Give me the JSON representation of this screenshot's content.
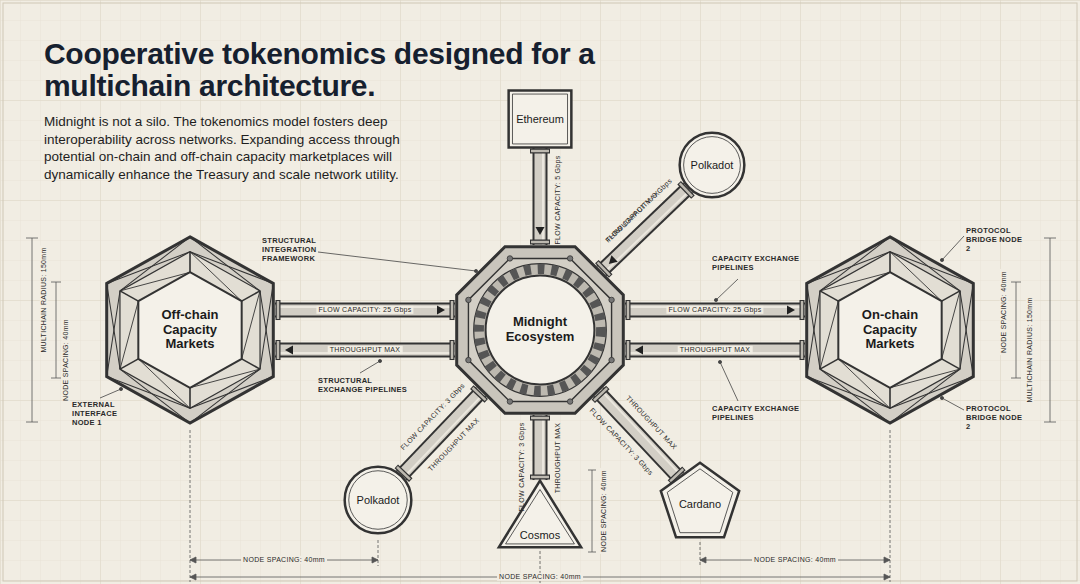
{
  "diagram": {
    "title": "Cooperative tokenomics designed for a multichain architecture.",
    "caption": "Midnight is not a silo. The tokenomics model fosters deep interoperability across networks. Expanding access through potential on-chain and off-chain capacity marketplaces will dynamically enhance the Treasury and scale network utility.",
    "nodes": [
      {
        "text": [
          "Ethereum"
        ]
      },
      {
        "text": [
          "Polkadot"
        ]
      },
      {
        "text": [
          "Off-chain Capacity Markets"
        ]
      },
      {
        "text": [
          "Midnight Ecosystem"
        ]
      },
      {
        "text": [
          "On-chain Capacity Markets"
        ]
      },
      {
        "text": [
          "Polkadot"
        ]
      },
      {
        "text": [
          "Cosmos"
        ]
      },
      {
        "text": [
          "Cardano"
        ]
      }
    ],
    "edges": [
      {
        "from": 0,
        "to": 3,
        "arrow": "to",
        "label": "FLOW CAPACITY: 5 Gbps"
      },
      {
        "from": 1,
        "to": 3,
        "arrow": "to",
        "label": "FLOW CAPACITY: 9 Gbps"
      },
      {
        "from": 2,
        "to": 3,
        "arrow": "to",
        "label": "FLOW CAPACITY: 25 Gbps"
      },
      {
        "from": 3,
        "to": 2,
        "arrow": "to",
        "label": "THROUGHPUT MAX"
      },
      {
        "from": 3,
        "to": 4,
        "arrow": "to",
        "label": "FLOW CAPACITY: 25 Gbps"
      },
      {
        "from": 4,
        "to": 3,
        "arrow": "to",
        "label": "THROUGHPUT MAX"
      },
      {
        "from": 3,
        "to": 5,
        "arrow": "none",
        "label": "FLOW CAPACITY: 3 Gbps"
      },
      {
        "from": 3,
        "to": 6,
        "arrow": "none",
        "label": "FLOW CAPACITY: 3 Gbps"
      },
      {
        "from": 3,
        "to": 7,
        "arrow": "none",
        "label": "FLOW CAPACITY: 3 Gbps"
      }
    ],
    "labels": [
      "STRUCTURAL INTEGRATION FRAMEWORK",
      "CAPACITY EXCHANGE PIPELINES",
      "STRUCTURAL EXCHANGE PIPELINES",
      "CAPACITY EXCHANGE PIPELINES",
      "EXTERNAL INTERFACE NODE 1",
      "PROTOCOL BRIDGE NODE 2",
      "PROTOCOL BRIDGE NODE 2",
      "MULTICHAIN RADIUS: 150mm",
      "NODE SPACING: 40mm",
      "NODE SPACING: 40mm",
      "MULTICHAIN RADIUS: 150mm",
      "THROUGHPUT MAX",
      "THROUGHPUT MAX",
      "THROUGHPUT MAX",
      "THROUGHPUT MAX",
      "NODE SPACING: 40mm",
      "NODE SPACING: 40mm",
      "NODE SPACING: 40mm",
      "NODE SPACING: 40mm"
    ]
  }
}
